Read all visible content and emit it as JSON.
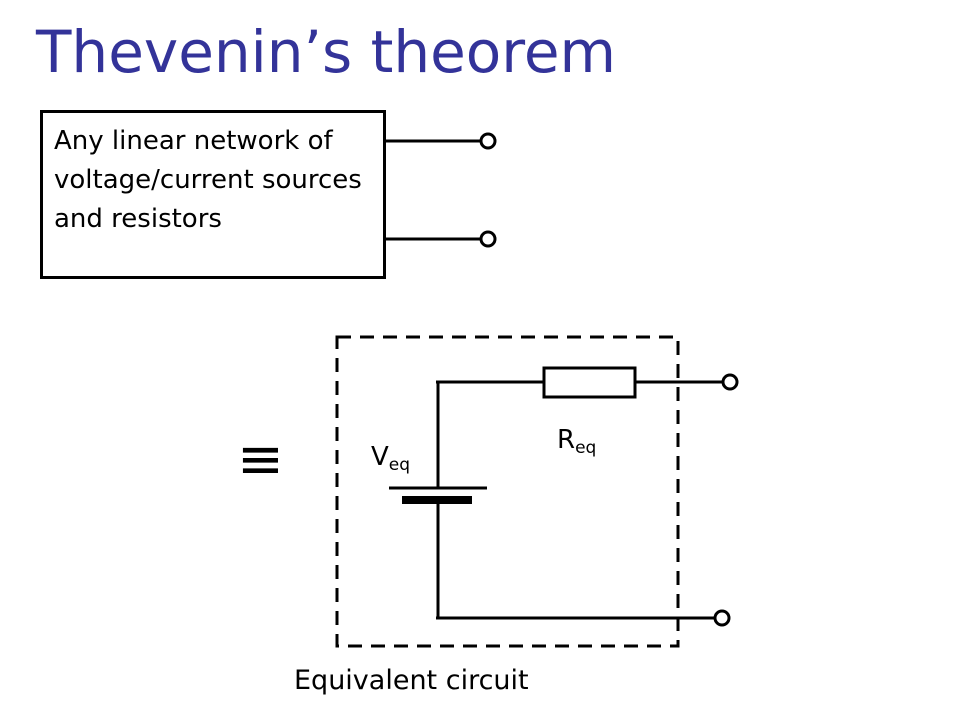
{
  "title": "Thevenin’s theorem",
  "network_box": {
    "text": "Any linear network of voltage/current sources and resistors"
  },
  "equivalent_symbol": "≡",
  "voltage_source": {
    "label": "V",
    "subscript": "eq"
  },
  "resistor": {
    "label": "R",
    "subscript": "eq"
  },
  "caption": "Equivalent circuit",
  "colors": {
    "title": "#333399",
    "lines": "#000000",
    "background": "#ffffff"
  }
}
